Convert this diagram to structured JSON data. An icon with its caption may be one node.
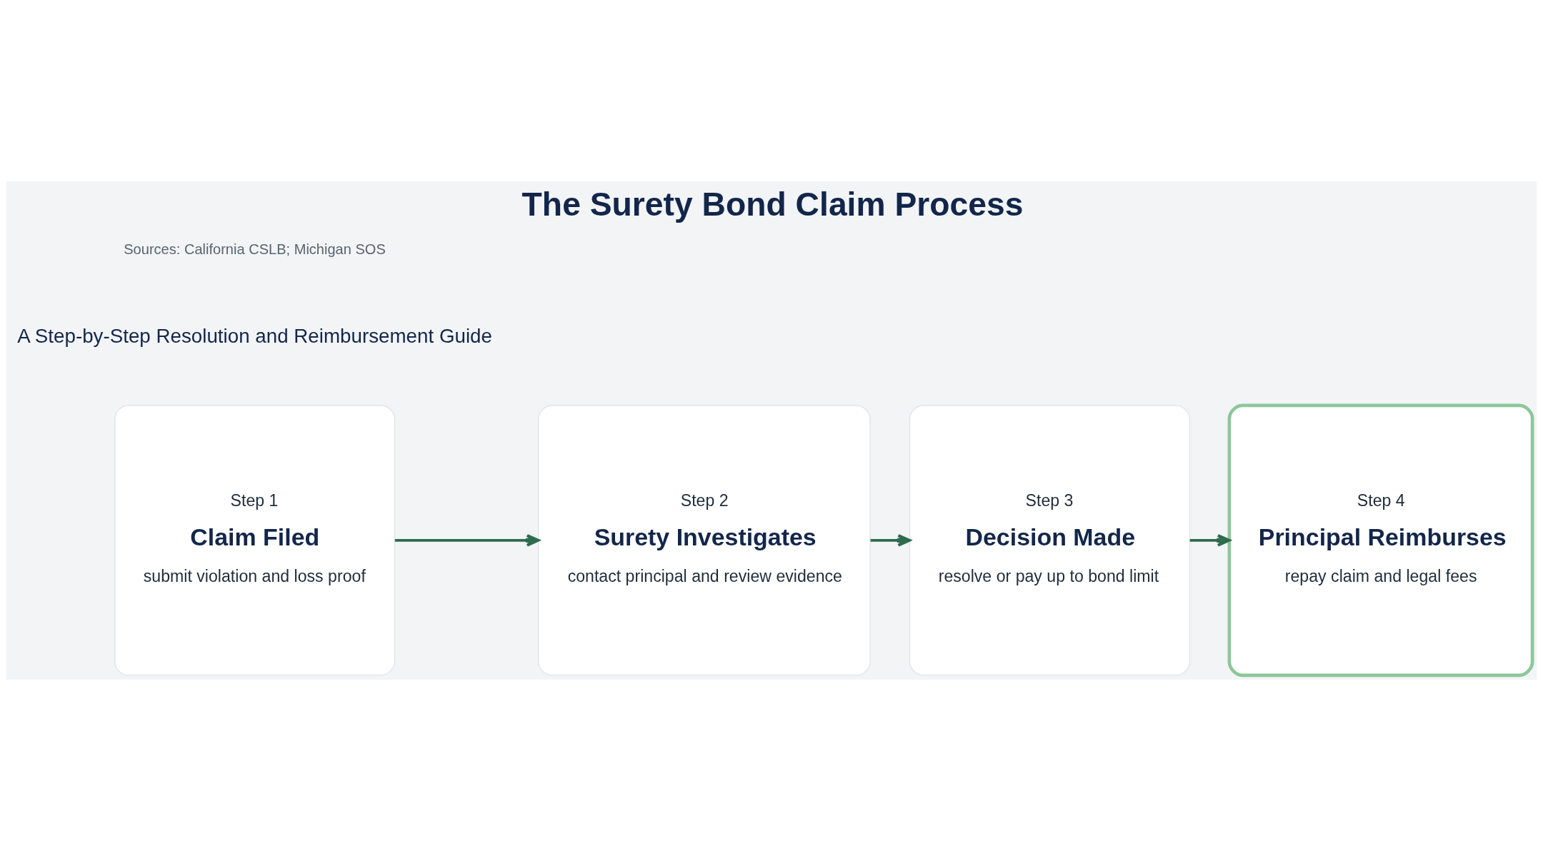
{
  "diagram": {
    "title": "The Surety Bond Claim Process",
    "nodes": [
      {
        "text": [
          "Step 1",
          "Claim Filed",
          "submit violation and loss proof"
        ]
      },
      {
        "text": [
          "Step 2",
          "Surety Investigates",
          "contact principal and review evidence"
        ]
      },
      {
        "text": [
          "Step 3",
          "Decision Made",
          "resolve or pay up to bond limit"
        ]
      },
      {
        "text": [
          "Step 4",
          "Principal Reimburses",
          "repay claim and legal fees"
        ]
      }
    ],
    "edges": [
      {
        "from": 0,
        "to": 1,
        "arrow": "to"
      },
      {
        "from": 1,
        "to": 2,
        "arrow": "to"
      },
      {
        "from": 2,
        "to": 3,
        "arrow": "to"
      }
    ],
    "labels": [
      "A Step-by-Step Resolution and Reimbursement Guide",
      "Sources: California CSLB; Michigan SOS"
    ]
  }
}
